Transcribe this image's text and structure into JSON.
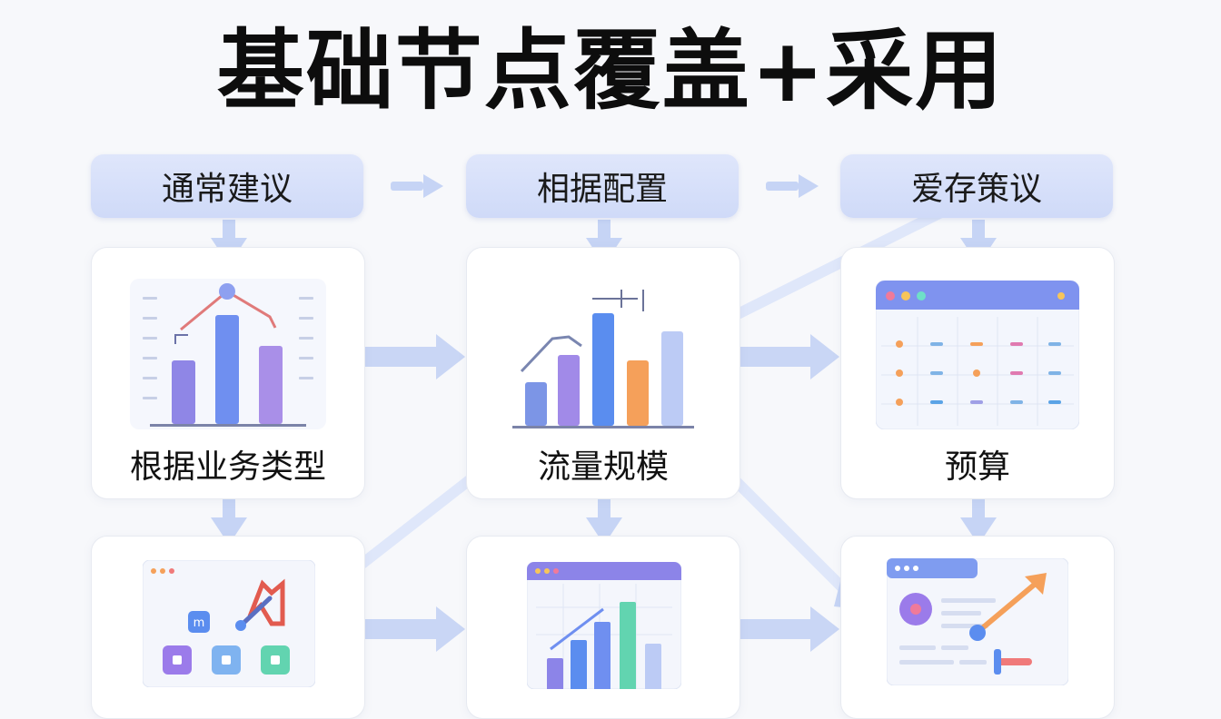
{
  "title": "基础节点覆盖+采用",
  "headers": [
    "通常建议",
    "相据配置",
    "爱存策议"
  ],
  "cards_row1": [
    "根据业务类型",
    "流量规模",
    "预算"
  ],
  "colors": {
    "arrow": "#c9d6f5",
    "header_bg": "#d6e0fa",
    "bar_blue": "#5b8def",
    "bar_purple": "#9b7bea",
    "bar_orange": "#f5a05a",
    "accent_red": "#e25b4f"
  },
  "icons": [
    "line-chart-icon",
    "bar-chart-icon",
    "calendar-grid-icon",
    "app-grid-icon",
    "dashboard-chart-icon",
    "analytics-panel-icon"
  ]
}
